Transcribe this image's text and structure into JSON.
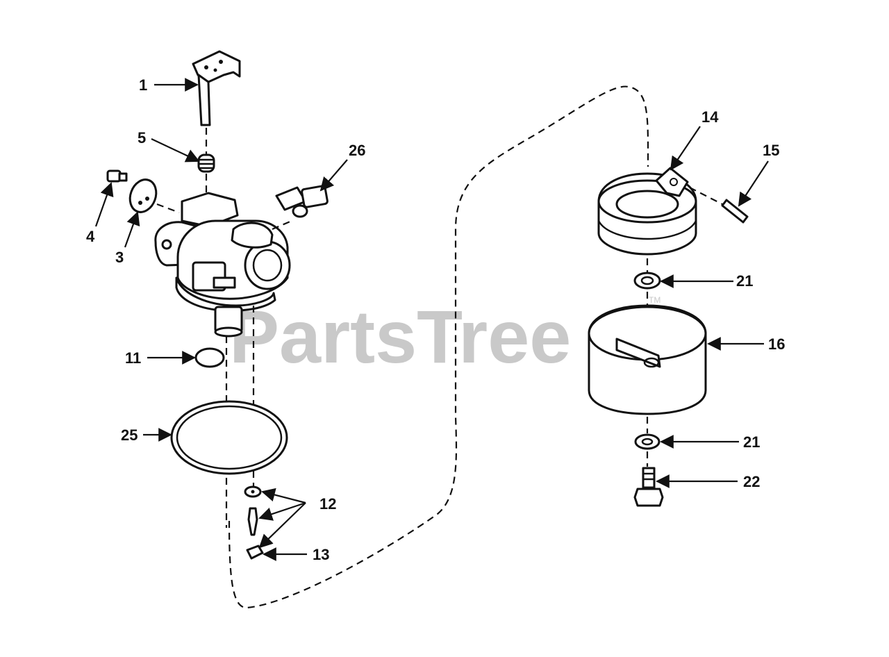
{
  "watermark": {
    "text": "PartsTree",
    "tm": "TM"
  },
  "callouts": {
    "c1": "1",
    "c3": "3",
    "c4": "4",
    "c5": "5",
    "c11": "11",
    "c12": "12",
    "c13": "13",
    "c14": "14",
    "c15": "15",
    "c16": "16",
    "c21a": "21",
    "c21b": "21",
    "c22": "22",
    "c25": "25",
    "c26": "26"
  }
}
